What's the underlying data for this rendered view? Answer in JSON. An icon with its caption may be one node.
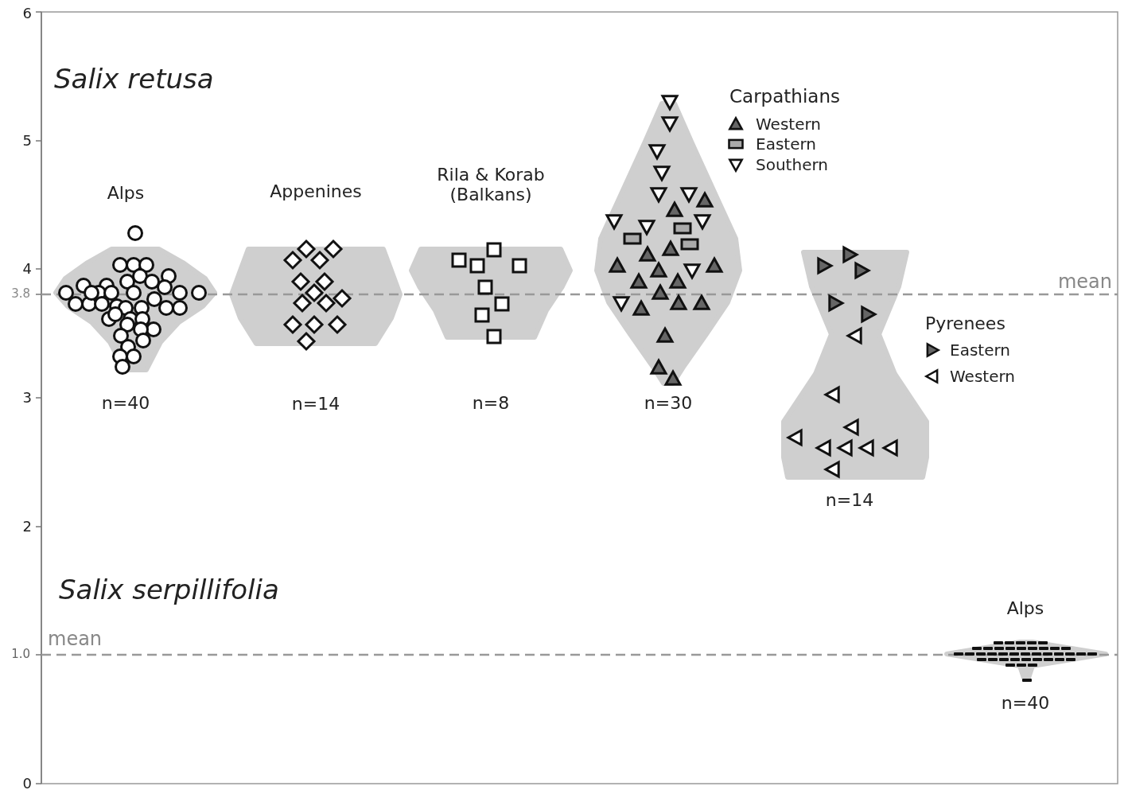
{
  "diagram": {
    "labels": [
      "Salix retusa",
      "Salix serpillifolia",
      "Alps",
      "Appenines",
      "Rila & Korab (Balkans)",
      "Carpathians",
      "Pyrenees",
      "Alps",
      "n=40",
      "n=14",
      "n=8",
      "n=30",
      "n=14",
      "n=40",
      "mean",
      "mean",
      "3.8",
      "1.0",
      "6",
      "5",
      "4",
      "3",
      "2",
      "0"
    ],
    "legend": [
      {
        "text": "Western"
      },
      {
        "text": "Eastern"
      },
      {
        "text": "Southern"
      },
      {
        "text": "Eastern"
      },
      {
        "text": "Western"
      }
    ]
  }
}
